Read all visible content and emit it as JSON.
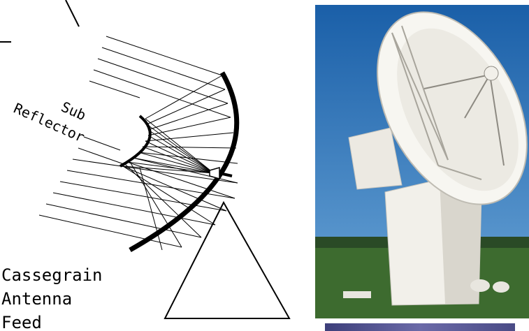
{
  "diagram": {
    "sub_reflector_label": [
      "Sub",
      "Reflector"
    ],
    "main_label": [
      "Cassegrain",
      "Antenna",
      "Feed"
    ]
  },
  "photo": {
    "subject": "radio-telescope-dish",
    "sky_color": "#1f6cb3",
    "ground_color": "#3d6b2f",
    "structure_color": "#f2f0ea"
  }
}
